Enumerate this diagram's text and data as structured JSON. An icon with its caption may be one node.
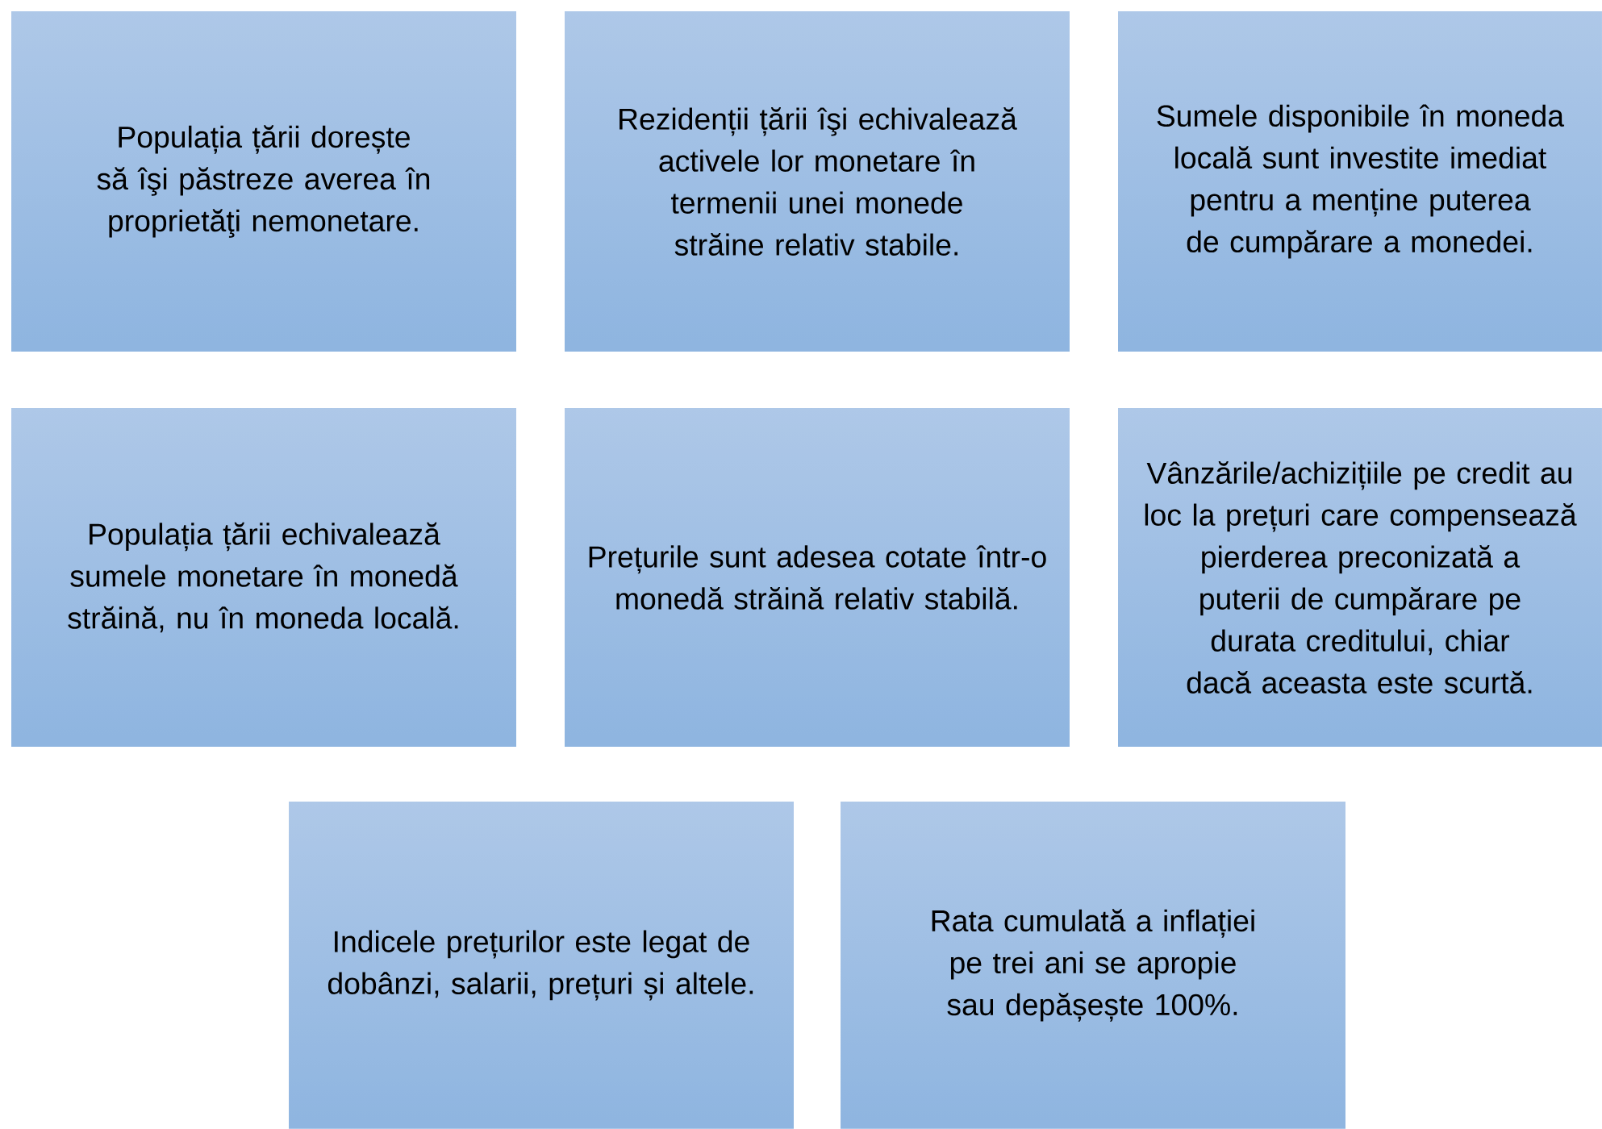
{
  "diagram": {
    "nodes": [
      {
        "text": [
          "Populația țării dorește să îşi păstreze averea în proprietăţi nemonetare."
        ]
      },
      {
        "text": [
          "Rezidenții țării îşi echivalează activele lor monetare în termenii unei monede străine relativ stabile."
        ]
      },
      {
        "text": [
          "Sumele disponibile în moneda locală sunt investite imediat pentru a menține puterea de cumpărare a monedei."
        ]
      },
      {
        "text": [
          "Populația țării echivalează sumele monetare în monedă străină, nu în moneda locală."
        ]
      },
      {
        "text": [
          "Prețurile sunt adesea cotate într-o monedă străină relativ stabilă."
        ]
      },
      {
        "text": [
          "Vânzările/achizițiile pe credit au loc la prețuri care compensează pierderea preconizată a puterii de cumpărare pe durata creditului, chiar dacă aceasta este scurtă."
        ]
      },
      {
        "text": [
          "Indicele prețurilor este legat de dobânzi, salarii, prețuri și altele."
        ]
      },
      {
        "text": [
          "Rata cumulată a inflației pe trei ani se apropie sau depășește 100%."
        ]
      }
    ]
  }
}
